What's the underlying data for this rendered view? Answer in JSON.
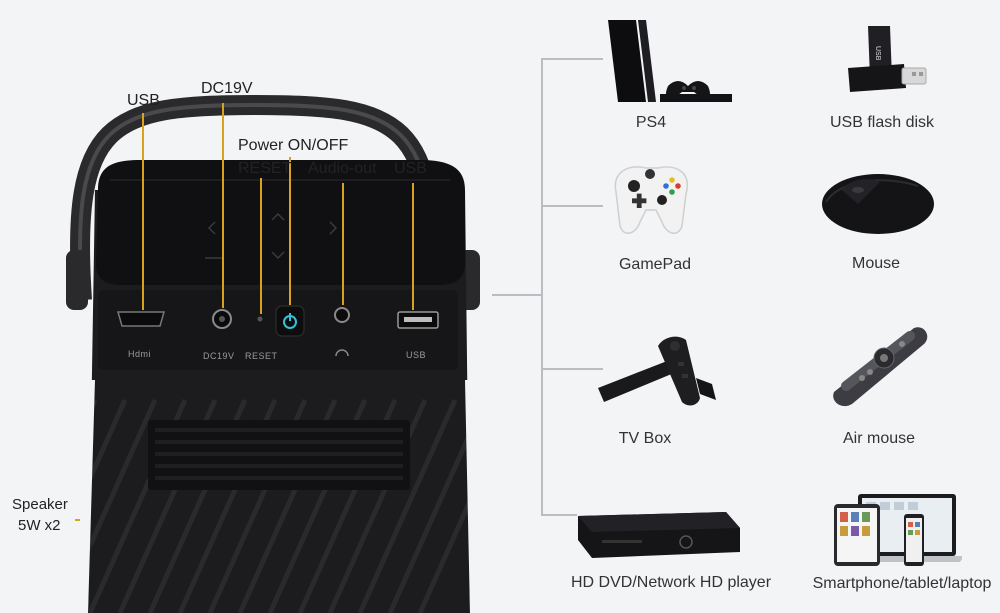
{
  "port_callouts": {
    "usb_top": "USB",
    "dc19v": "DC19V",
    "power": "Power ON/OFF",
    "reset": "RESET",
    "audio_out": "Audio-out",
    "usb_right": "USB"
  },
  "port_panel_labels": {
    "hdmi": "Hdmi",
    "dc19v": "DC19V",
    "reset": "RESET",
    "usb": "USB"
  },
  "speaker": {
    "line1": "Speaker",
    "line2": "5W x2"
  },
  "devices": [
    {
      "label": "PS4",
      "icon": "ps4-console-icon"
    },
    {
      "label": "USB flash disk",
      "icon": "usb-flash-disk-icon"
    },
    {
      "label": "GamePad",
      "icon": "gamepad-icon"
    },
    {
      "label": "Mouse",
      "icon": "mouse-icon"
    },
    {
      "label": "TV Box",
      "icon": "tv-box-icon"
    },
    {
      "label": "Air mouse",
      "icon": "air-mouse-icon"
    },
    {
      "label": "HD DVD/Network HD player",
      "icon": "dvd-player-icon"
    },
    {
      "label": "Smartphone/tablet/laptop",
      "icon": "smart-devices-icon"
    }
  ],
  "colors": {
    "background": "#f3f4f6",
    "callout_line": "#d9a21b",
    "power_button_glow": "#36c2d6",
    "projector_body": "#1c1c1e"
  }
}
